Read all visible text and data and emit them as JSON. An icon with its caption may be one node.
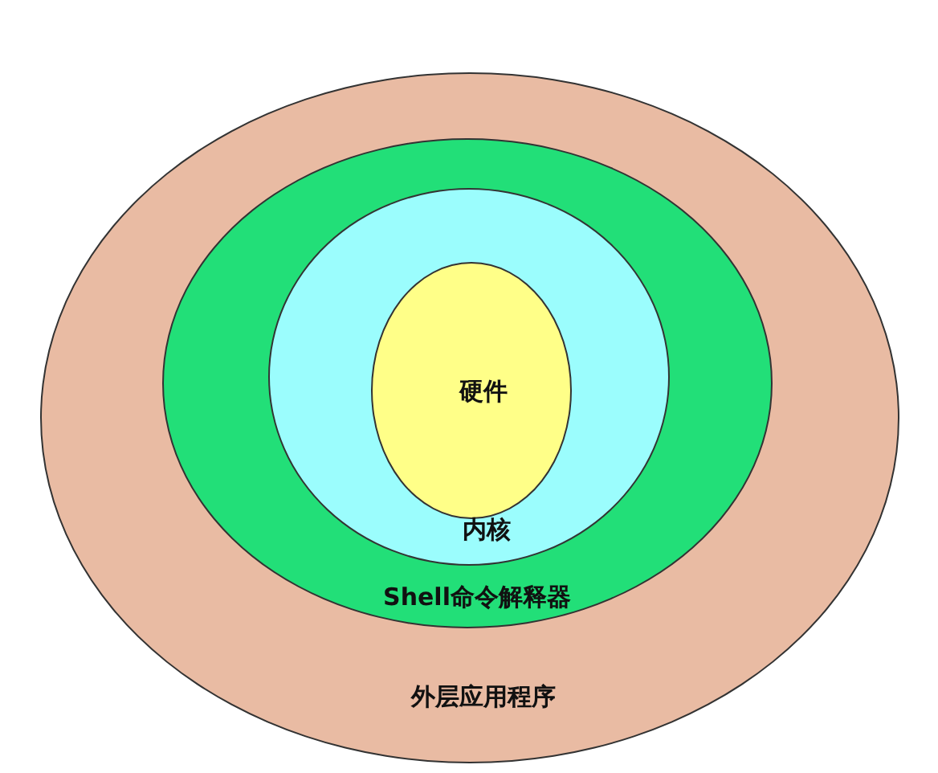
{
  "diagram": {
    "nodes": [
      {
        "text": [
          "外层应用程序"
        ]
      },
      {
        "text": [
          "Shell命令解释器"
        ],
        "in": 0
      },
      {
        "text": [
          "内核"
        ],
        "in": 1
      },
      {
        "text": [
          "硬件"
        ],
        "in": 2
      }
    ]
  }
}
